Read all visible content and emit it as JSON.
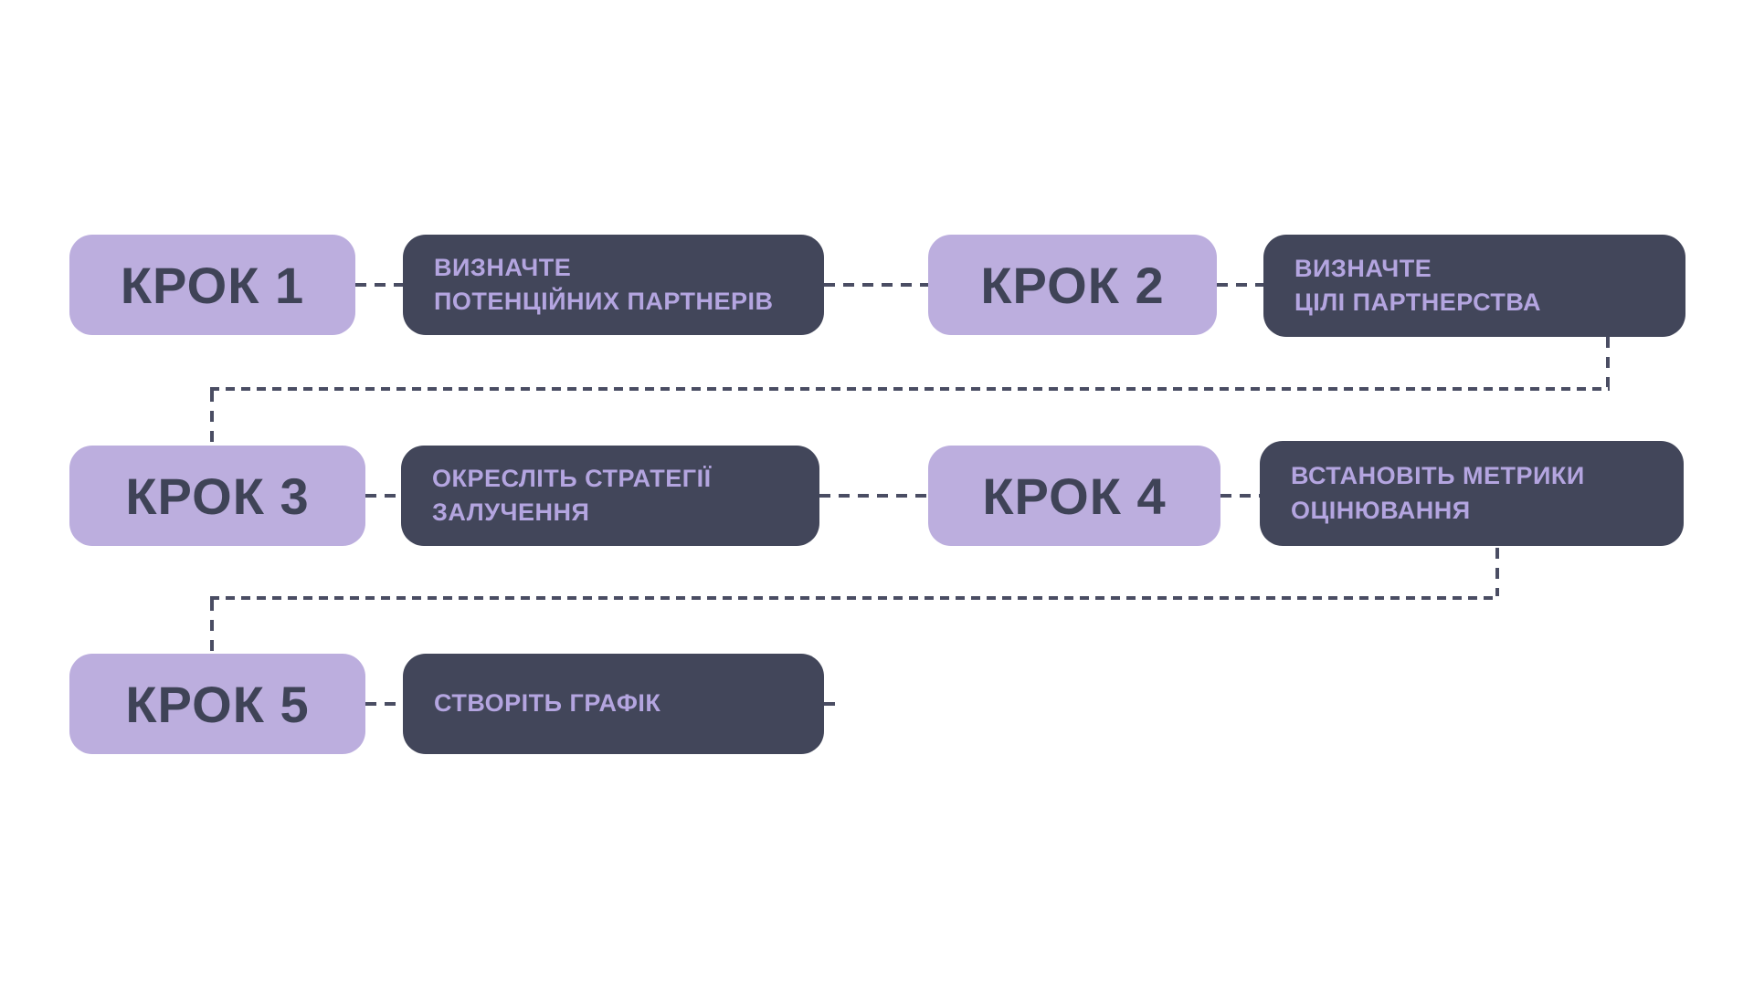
{
  "canvas": {
    "background": "#ffffff"
  },
  "palette": {
    "step_box_fill": "#bcaede",
    "step_box_text": "#3f4357",
    "desc_box_fill": "#42465a",
    "desc_box_text": "#b4a5e0",
    "connector_line": "#4a4d63"
  },
  "steps": [
    {
      "label": "КРОК 1",
      "description": "ВИЗНАЧТЕ\nПОТЕНЦІЙНИХ ПАРТНЕРІВ"
    },
    {
      "label": "КРОК 2",
      "description": "ВИЗНАЧТЕ\nЦІЛІ ПАРТНЕРСТВА"
    },
    {
      "label": "КРОК 3",
      "description": "ОКРЕСЛІТЬ СТРАТЕГІЇ\nЗАЛУЧЕННЯ"
    },
    {
      "label": "КРОК 4",
      "description": "ВСТАНОВІТЬ МЕТРИКИ\nОЦІНЮВАННЯ"
    },
    {
      "label": "КРОК 5",
      "description": "СТВОРІТЬ ГРАФІК"
    }
  ]
}
